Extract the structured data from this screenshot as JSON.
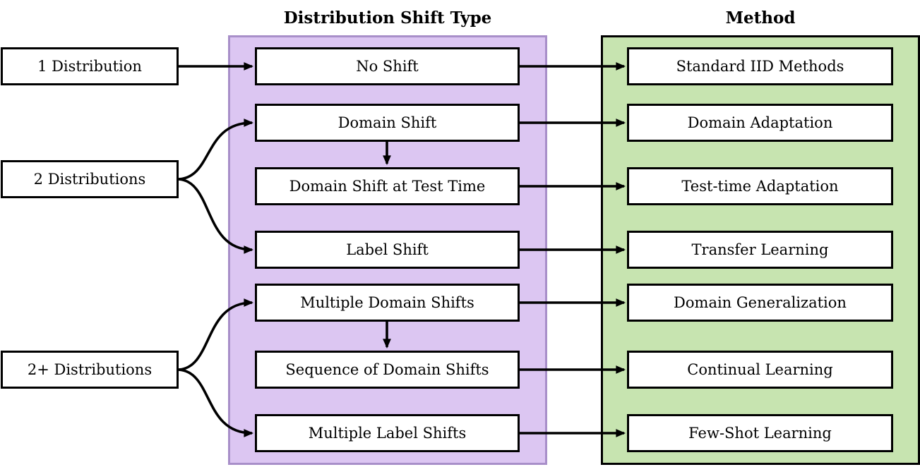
{
  "diagram": {
    "left_column": {
      "boxes": [
        {
          "label": "1 Distribution"
        },
        {
          "label": "2 Distributions"
        },
        {
          "label": "2+ Distributions"
        }
      ]
    },
    "shift_type": {
      "title": "Distribution Shift Type",
      "panel_fill": "#dcc6f2",
      "panel_border": "#a88fc9",
      "boxes": [
        {
          "label": "No Shift"
        },
        {
          "label": "Domain Shift"
        },
        {
          "label": "Domain Shift at Test Time"
        },
        {
          "label": "Label Shift"
        },
        {
          "label": "Multiple Domain Shifts"
        },
        {
          "label": "Sequence of Domain Shifts"
        },
        {
          "label": "Multiple Label Shifts"
        }
      ]
    },
    "method": {
      "title": "Method",
      "panel_fill": "#c7e4b0",
      "panel_border": "#000000",
      "boxes": [
        {
          "label": "Standard IID Methods"
        },
        {
          "label": "Domain Adaptation"
        },
        {
          "label": "Test-time Adaptation"
        },
        {
          "label": "Transfer Learning"
        },
        {
          "label": "Domain Generalization"
        },
        {
          "label": "Continual Learning"
        },
        {
          "label": "Few-Shot Learning"
        }
      ]
    },
    "node_style": {
      "fill": "#ffffff",
      "border": "#000000"
    },
    "edge_color": "#000000",
    "edges": [
      {
        "from": "1 Distribution",
        "to": "No Shift"
      },
      {
        "from": "2 Distributions",
        "to": "Domain Shift"
      },
      {
        "from": "2 Distributions",
        "to": "Label Shift"
      },
      {
        "from": "2+ Distributions",
        "to": "Multiple Domain Shifts"
      },
      {
        "from": "2+ Distributions",
        "to": "Multiple Label Shifts"
      },
      {
        "from": "No Shift",
        "to": "Standard IID Methods"
      },
      {
        "from": "Domain Shift",
        "to": "Domain Adaptation"
      },
      {
        "from": "Domain Shift",
        "to": "Domain Shift at Test Time"
      },
      {
        "from": "Domain Shift at Test Time",
        "to": "Test-time Adaptation"
      },
      {
        "from": "Label Shift",
        "to": "Transfer Learning"
      },
      {
        "from": "Multiple Domain Shifts",
        "to": "Domain Generalization"
      },
      {
        "from": "Multiple Domain Shifts",
        "to": "Sequence of Domain Shifts"
      },
      {
        "from": "Sequence of Domain Shifts",
        "to": "Continual Learning"
      },
      {
        "from": "Multiple Label Shifts",
        "to": "Few-Shot Learning"
      }
    ]
  }
}
